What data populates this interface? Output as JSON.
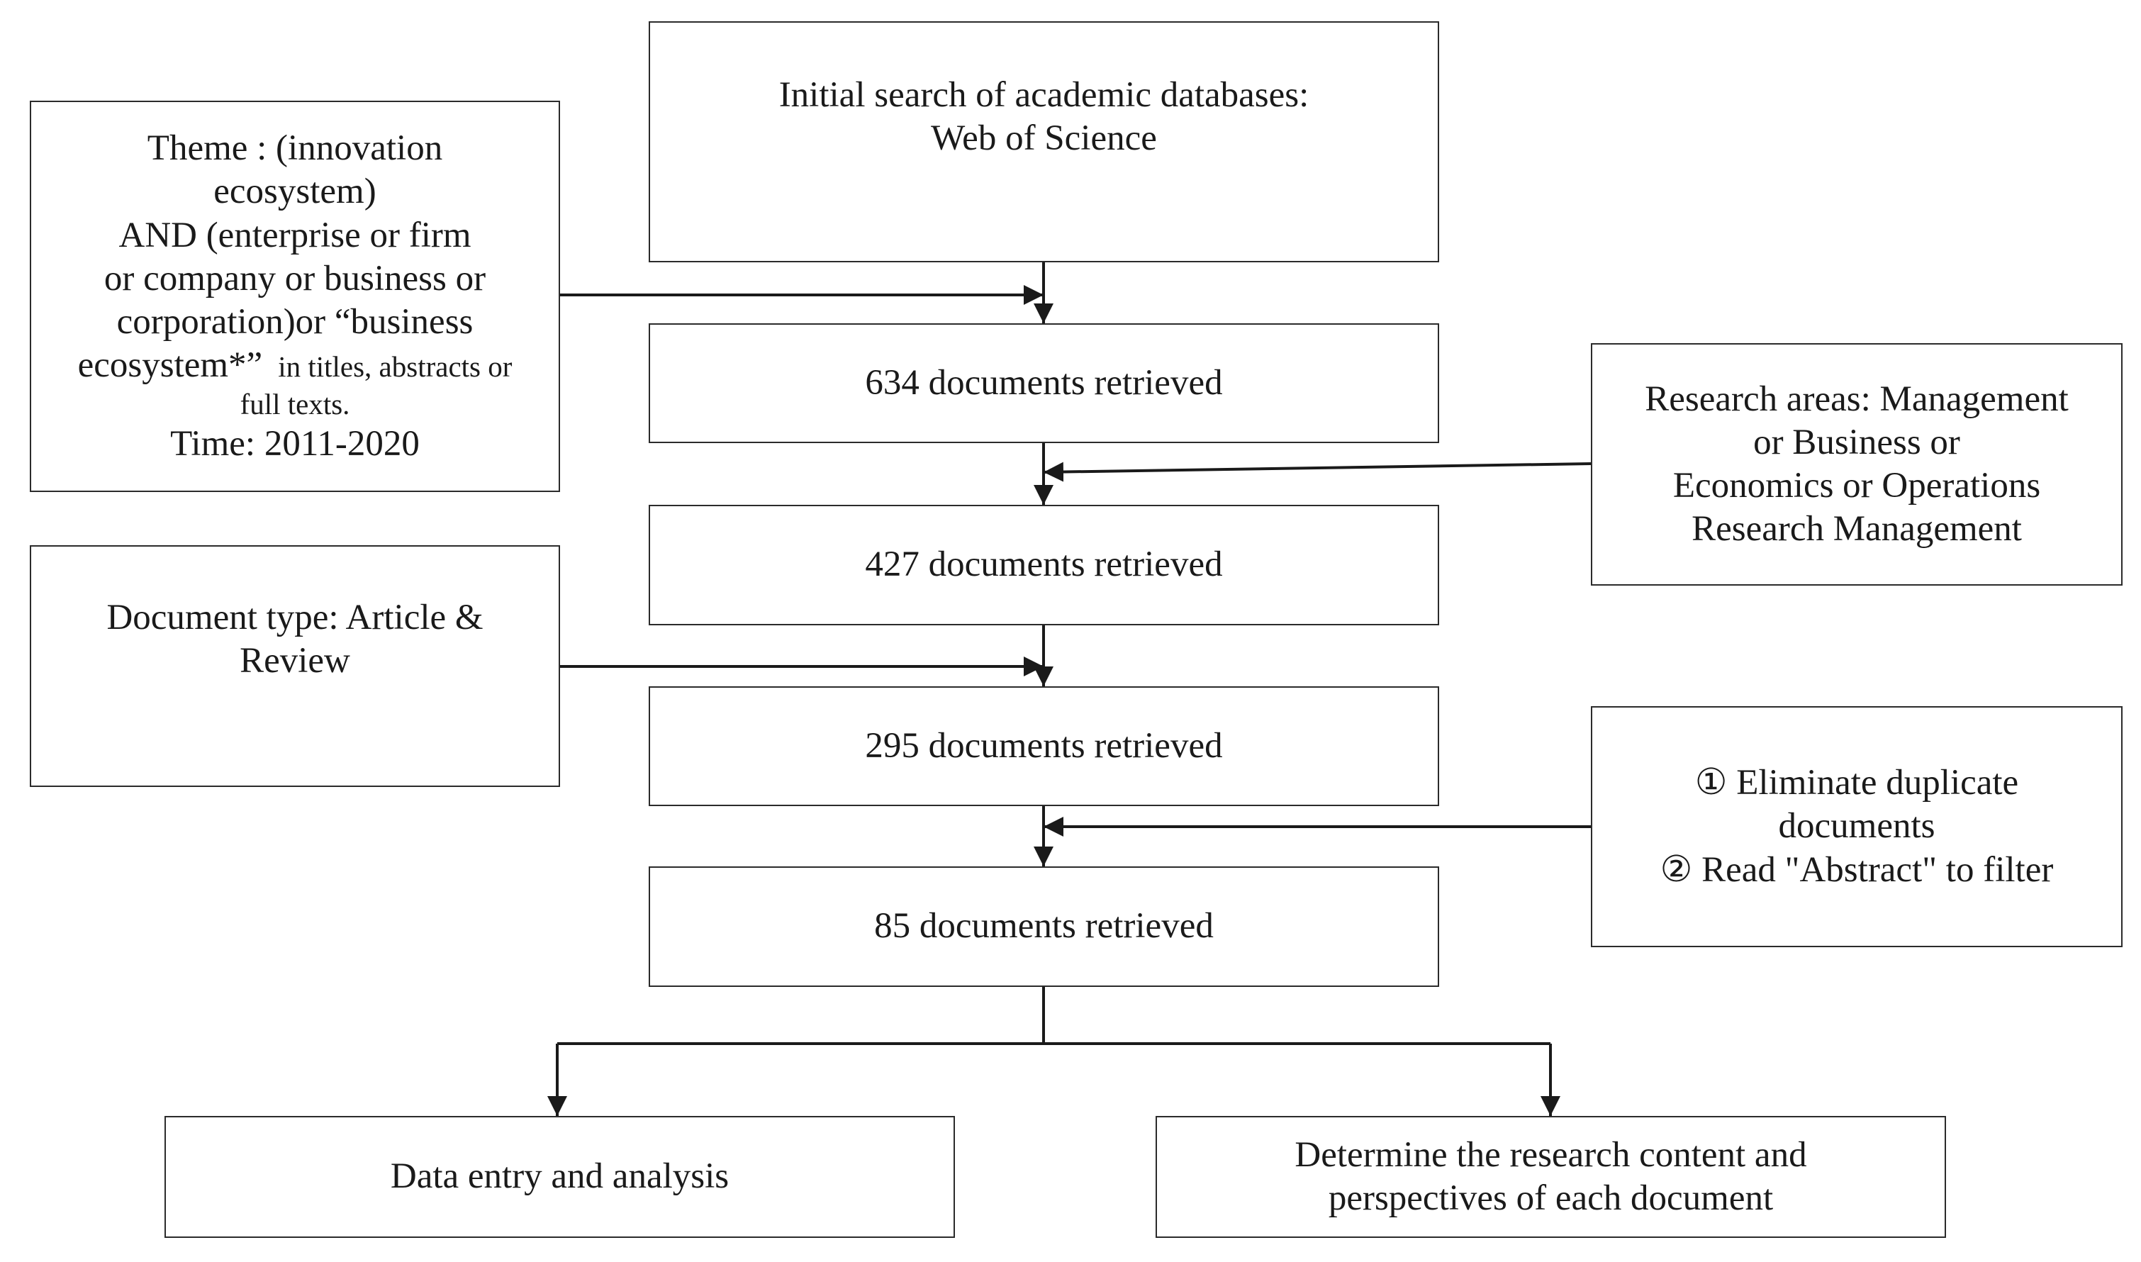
{
  "flowchart": {
    "start": {
      "lines": [
        "Initial search of academic databases:",
        "Web of Science"
      ]
    },
    "theme_criteria": {
      "line1": "Theme : (innovation",
      "line2": "ecosystem)",
      "line3": "AND (enterprise or firm",
      "line4": "or company or business or",
      "line5": "corporation)or “business",
      "line6_a": "ecosystem*”",
      "line6_b": "in titles, abstracts or",
      "line7": "full texts.",
      "line8": "Time: 2011-2020"
    },
    "step1": {
      "label": "634 documents retrieved"
    },
    "research_areas": {
      "lines": [
        "Research areas: Management",
        "or Business or",
        "Economics or Operations",
        "Research Management"
      ]
    },
    "step2": {
      "label": "427 documents retrieved"
    },
    "document_type": {
      "lines": [
        "Document type: Article &",
        "Review"
      ]
    },
    "step3": {
      "label": "295 documents retrieved"
    },
    "filter_steps": {
      "lines": [
        "① Eliminate duplicate",
        "documents",
        "② Read \"Abstract\" to filter"
      ]
    },
    "step4": {
      "label": "85 documents retrieved"
    },
    "outcome_left": {
      "label": "Data entry and analysis"
    },
    "outcome_right": {
      "lines": [
        "Determine the research content and",
        "perspectives of each document"
      ]
    }
  }
}
